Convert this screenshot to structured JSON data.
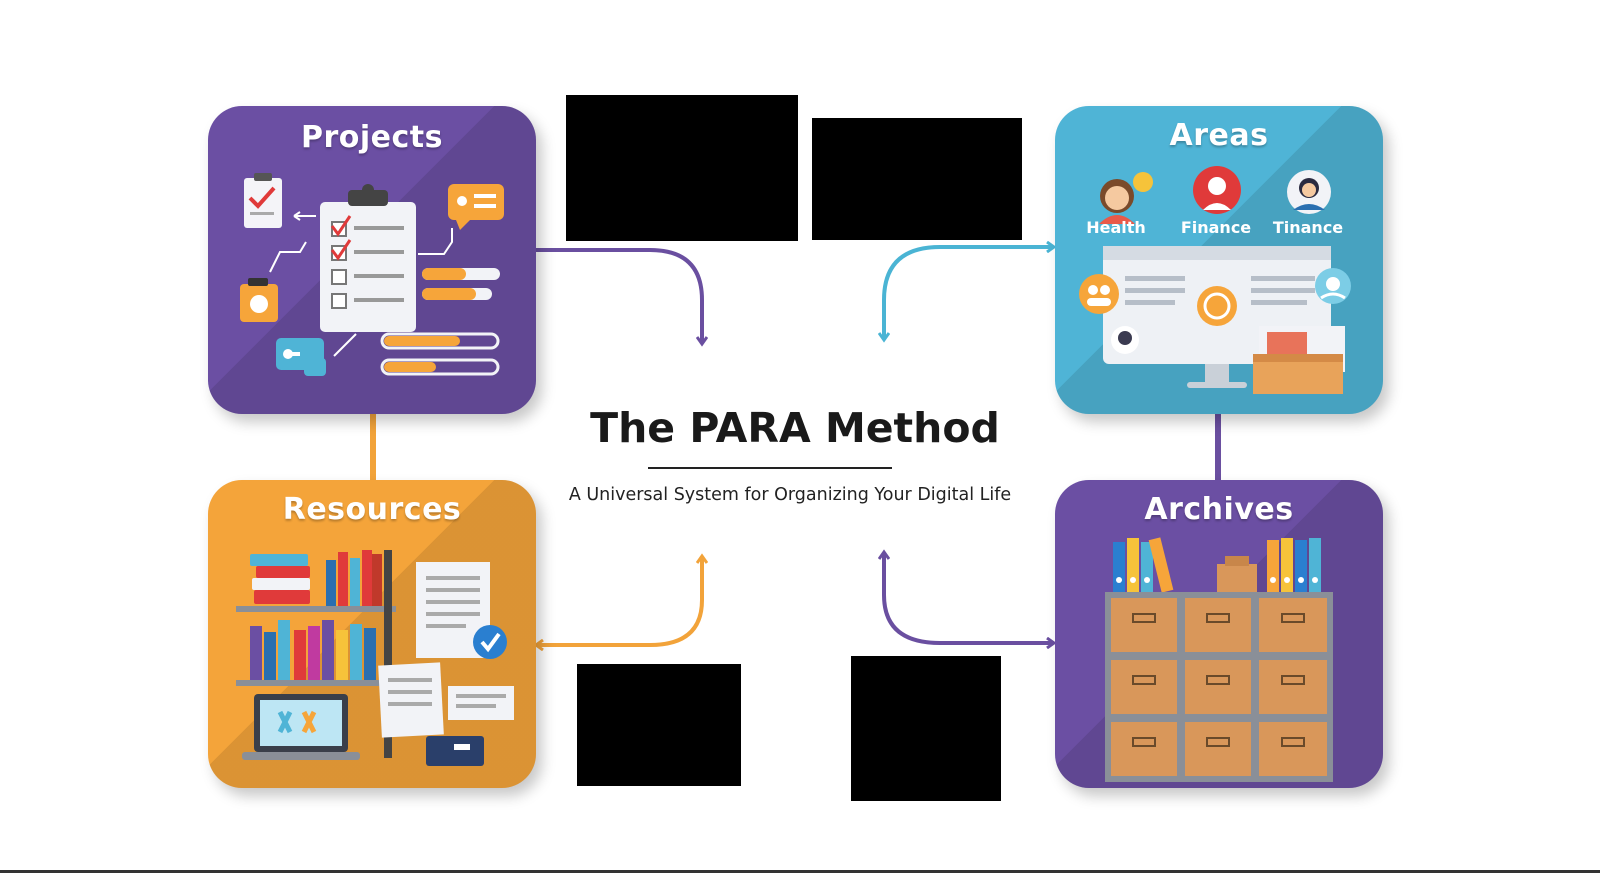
{
  "title": "The PARA Method",
  "subtitle": "A Universal System for Organizing Your Digital Life",
  "cards": {
    "projects": {
      "title": "Projects"
    },
    "areas": {
      "title": "Areas",
      "labels": [
        "Health",
        "Finance",
        "Tinance"
      ]
    },
    "resources": {
      "title": "Resources"
    },
    "archives": {
      "title": "Archives"
    }
  },
  "colors": {
    "purple": "#6b4fa3",
    "blue": "#4fb4d6",
    "orange": "#f4a43a",
    "arrow_purple": "#6a4fa0",
    "arrow_blue": "#4ab4d4",
    "arrow_orange": "#f2a33a"
  }
}
